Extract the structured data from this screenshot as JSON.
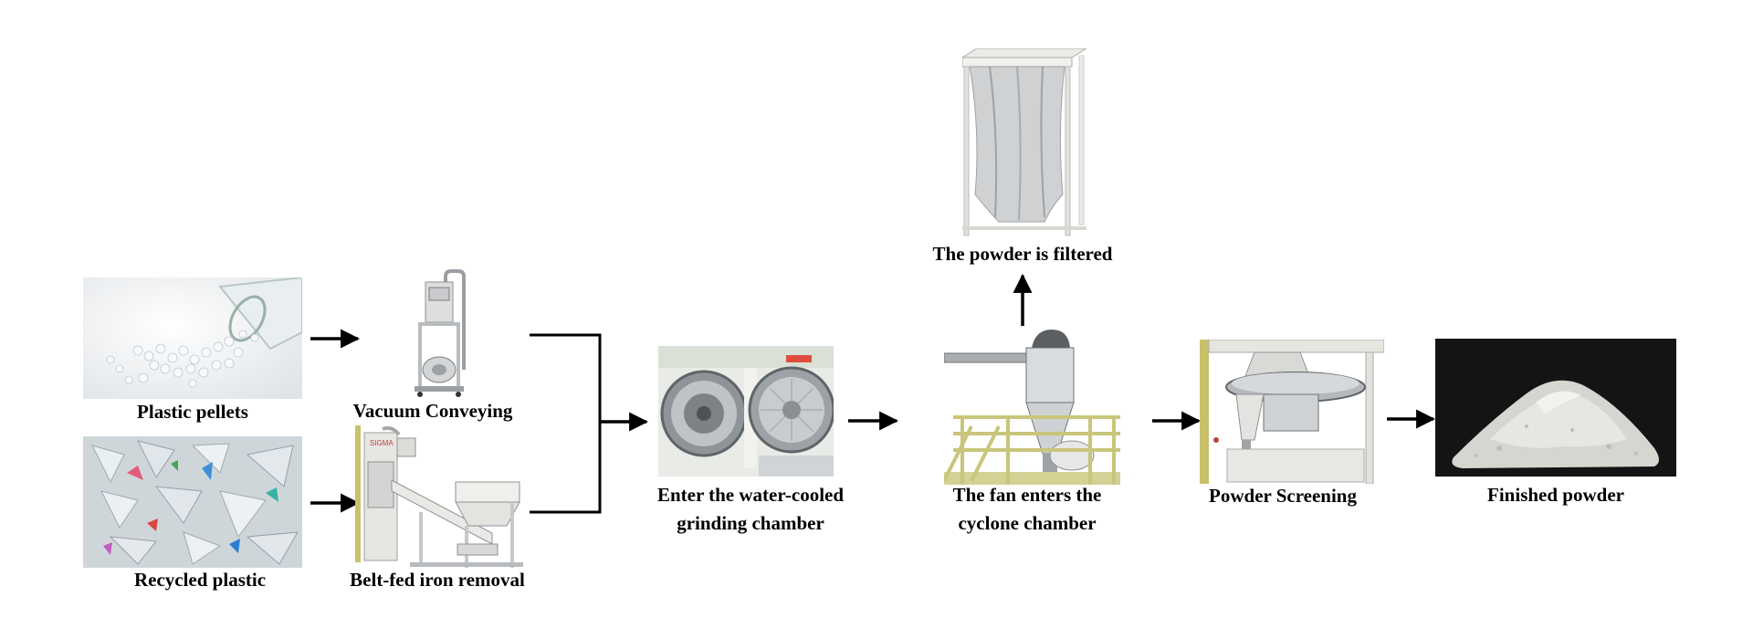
{
  "diagram": {
    "steps": {
      "plastic_pellets": "Plastic pellets",
      "recycled_plastic": "Recycled plastic",
      "vacuum_conveying": "Vacuum Conveying",
      "belt_fed_iron_removal": "Belt-fed iron removal",
      "grinding_line1": "Enter the water-cooled",
      "grinding_line2": "grinding chamber",
      "cyclone_line1": "The fan enters the",
      "cyclone_line2": "cyclone chamber",
      "powder_filtered": "The powder is filtered",
      "powder_screening": "Powder Screening",
      "finished_powder": "Finished powder"
    },
    "colors": {
      "arrow": "#000000",
      "machine_white": "#eeeeea",
      "machine_steel": "#9a9fa3",
      "railing_yellow": "#c9c57a",
      "powder_background": "#141414"
    }
  }
}
